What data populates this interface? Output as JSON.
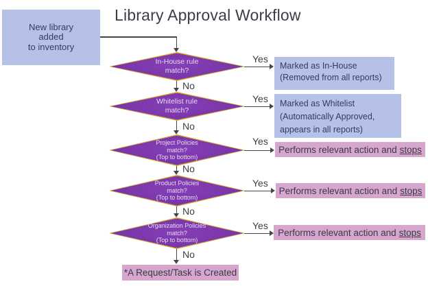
{
  "title": "Library Approval Workflow",
  "labels": {
    "yes": "Yes",
    "no": "No"
  },
  "start": {
    "lines": [
      "New library",
      "added",
      "to inventory"
    ]
  },
  "decisions": [
    {
      "id": "in-house-rule",
      "lines": [
        "In-House rule",
        "match?"
      ]
    },
    {
      "id": "whitelist-rule",
      "lines": [
        "Whitelist rule",
        "match?"
      ]
    },
    {
      "id": "project-policies",
      "lines": [
        "Project Policies",
        "match?",
        "(Top to bottom)"
      ]
    },
    {
      "id": "product-policies",
      "lines": [
        "Product Policies",
        "match?",
        "(Top to bottom)"
      ]
    },
    {
      "id": "organization-policies",
      "lines": [
        "Organization Policies",
        "match?",
        "(Top to bottom)"
      ]
    }
  ],
  "outcomes": {
    "inhouse": {
      "lines": [
        "Marked as In-House",
        "(Removed from all reports)"
      ]
    },
    "whitelist": {
      "lines": [
        "Marked as Whitelist",
        "(Automatically Approved,",
        "appears in all reports)"
      ]
    },
    "policy_action": {
      "text": "Performs relevant action and",
      "underlined": "stops"
    }
  },
  "end": {
    "text": "*A Request/Task is Created"
  },
  "colors": {
    "background": "#ffffff",
    "box_blue": "#b5c1e6",
    "box_blue_text": "#323d5c",
    "diamond_purple": "#7734a6",
    "diamond_border_gold": "#cfa02c",
    "diamond_text": "#ead9f5",
    "box_pink": "#d6a6cf",
    "box_pink_text": "#3a3a42",
    "arrow": "#454545",
    "title_text": "#3a3e47",
    "label_text": "#3d3d3d"
  }
}
